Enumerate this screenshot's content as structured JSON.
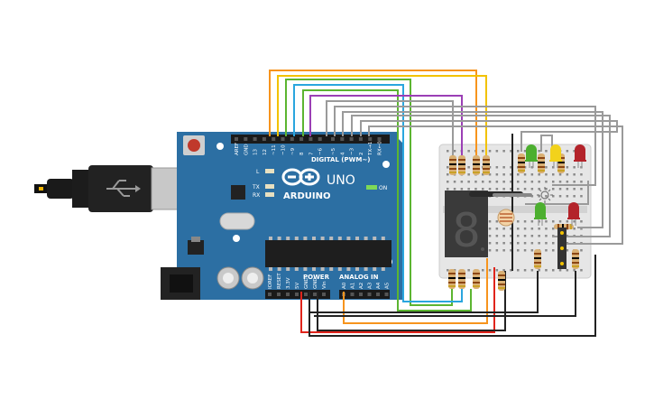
{
  "board": {
    "name": "ARDUINO",
    "model": "UNO",
    "digital_header_label": "DIGITAL (PWM~)",
    "power_header_label": "POWER",
    "analog_header_label": "ANALOG IN",
    "on_label": "ON",
    "l_label": "L",
    "tx_label": "TX",
    "rx_label": "RX",
    "digital_pins": [
      "AREF",
      "GND",
      "13",
      "12",
      "~11",
      "~10",
      "~9",
      "8",
      "7",
      "~6",
      "~5",
      "4",
      "~3",
      "2",
      "TX→1",
      "RX←0"
    ],
    "power_pins": [
      "IOREF",
      "RESET",
      "3.3V",
      "5V",
      "GND",
      "GND",
      "Vin"
    ],
    "analog_pins": [
      "A0",
      "A1",
      "A2",
      "A3",
      "A4",
      "A5"
    ]
  },
  "components": {
    "seven_segment_digit": "8",
    "leds_top": [
      "green",
      "yellow",
      "red"
    ],
    "leds_bottom": [
      "green",
      "red"
    ]
  },
  "colors": {
    "board_blue": "#2c6fa3",
    "wire_orange": "#f7941d",
    "wire_yellow": "#f2c200",
    "wire_green": "#5cb531",
    "wire_blue": "#2aa6de",
    "wire_purple": "#9b3fb5",
    "wire_gray": "#9a9a9a",
    "wire_red": "#e0241b",
    "wire_black": "#222222"
  }
}
